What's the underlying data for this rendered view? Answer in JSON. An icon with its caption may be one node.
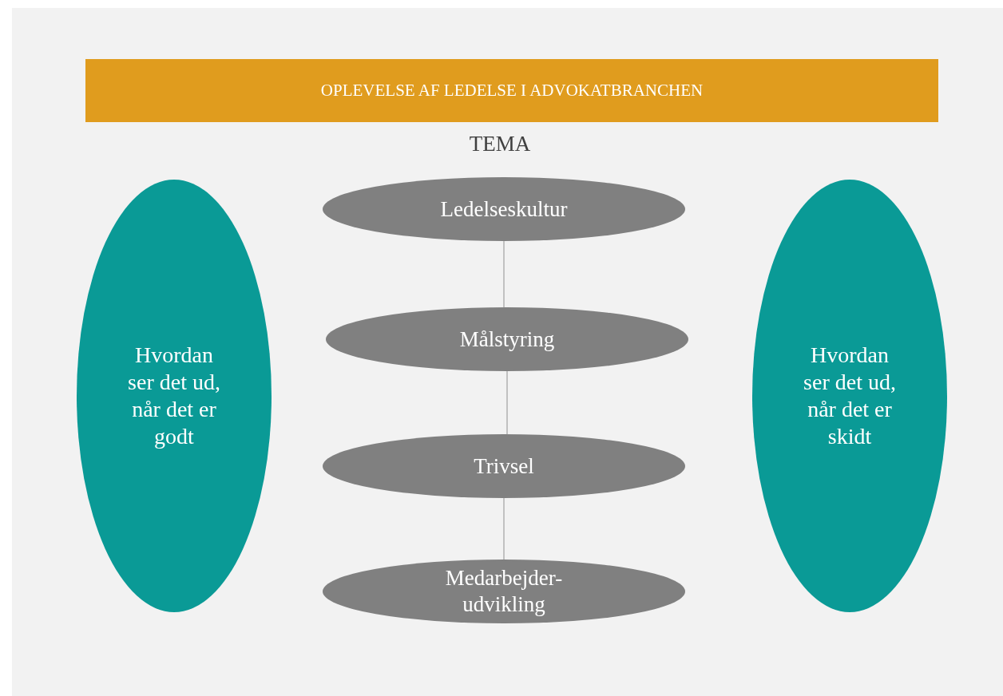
{
  "diagram": {
    "title": "OPLEVELSE AF LEDELSE I ADVOKATBRANCHEN",
    "nodes": [
      {
        "text": [
          "Hvordan ser det ud, når det er godt"
        ]
      },
      {
        "text": [
          "Ledelseskultur"
        ]
      },
      {
        "text": [
          "Målstyring"
        ]
      },
      {
        "text": [
          "Trivsel"
        ]
      },
      {
        "text": [
          "Medarbejder- udvikling"
        ]
      },
      {
        "text": [
          "Hvordan ser det ud, når det er skidt"
        ]
      }
    ],
    "edges": [
      {
        "from": 1,
        "to": 2,
        "arrow": "none"
      },
      {
        "from": 2,
        "to": 3,
        "arrow": "none"
      },
      {
        "from": 3,
        "to": 4,
        "arrow": "none"
      }
    ],
    "labels": [
      "TEMA"
    ]
  }
}
